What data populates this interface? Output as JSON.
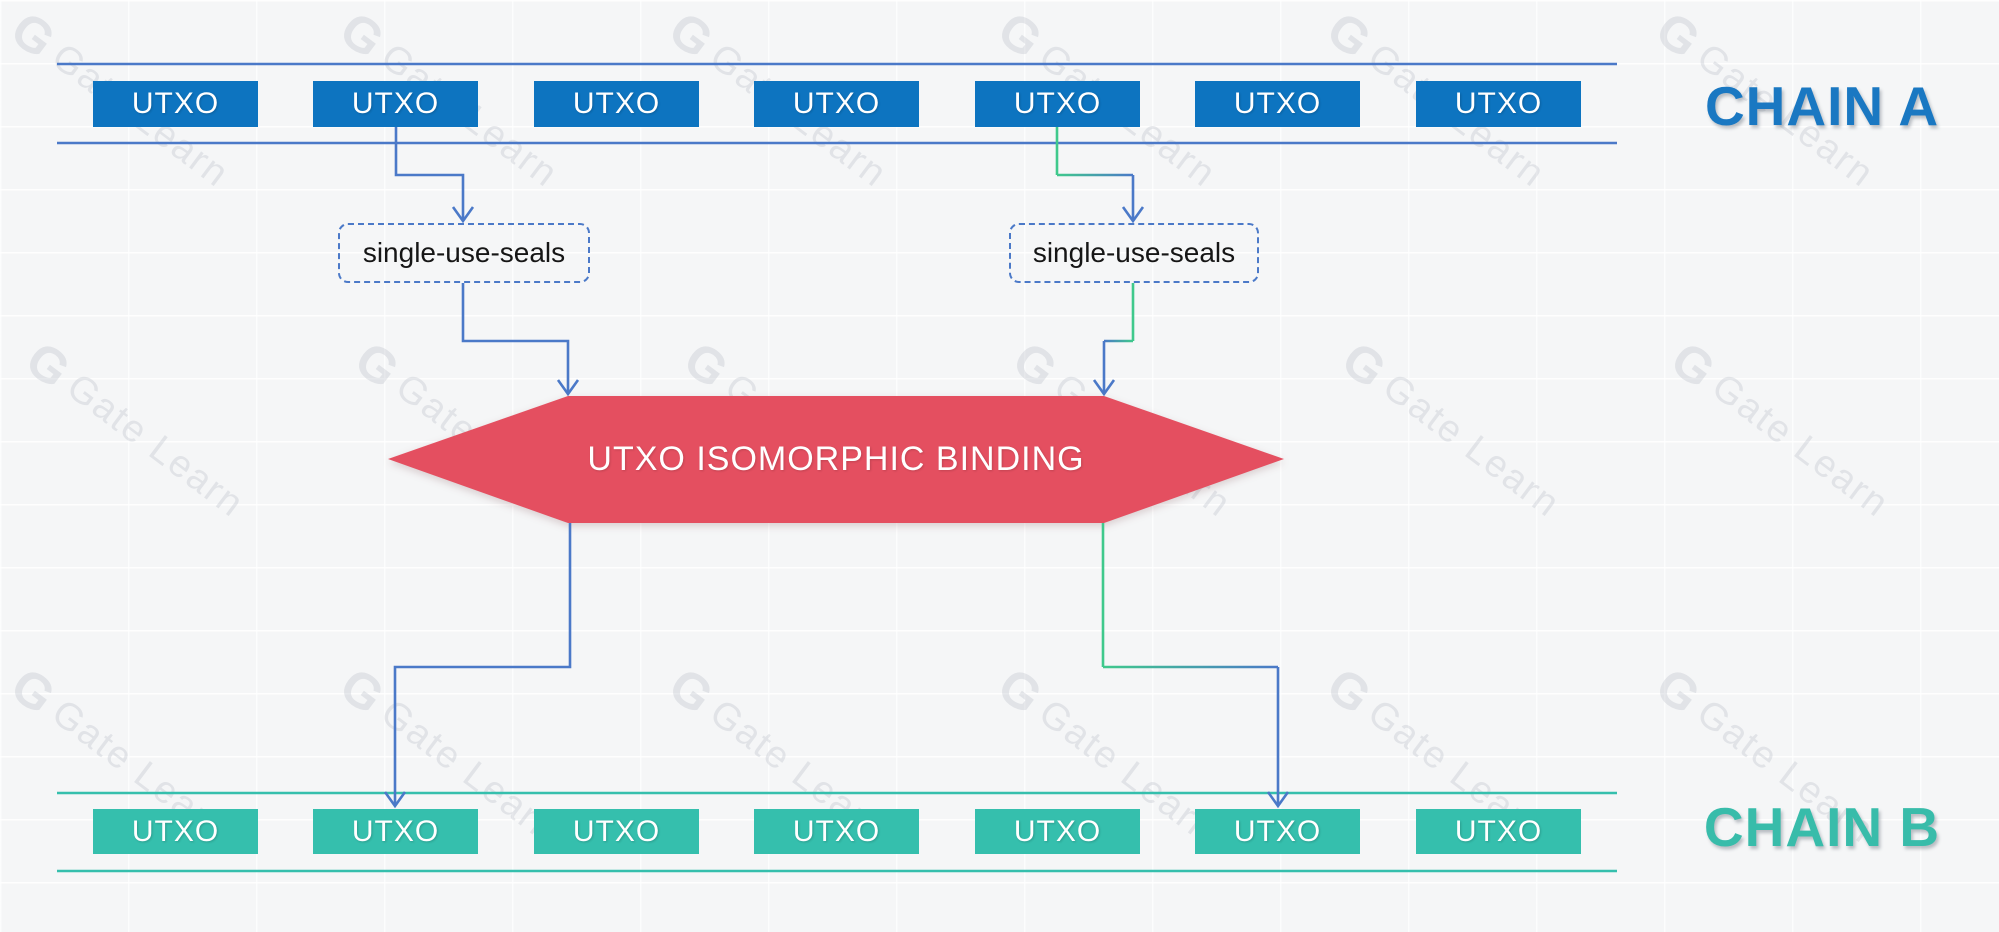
{
  "chain_a": {
    "label": "CHAIN A",
    "utxos": [
      "UTXO",
      "UTXO",
      "UTXO",
      "UTXO",
      "UTXO",
      "UTXO",
      "UTXO"
    ]
  },
  "chain_b": {
    "label": "CHAIN B",
    "utxos": [
      "UTXO",
      "UTXO",
      "UTXO",
      "UTXO",
      "UTXO",
      "UTXO",
      "UTXO"
    ]
  },
  "seals": {
    "left_label": "single-use-seals",
    "right_label": "single-use-seals"
  },
  "binding": {
    "label": "UTXO ISOMORPHIC BINDING"
  },
  "watermark": {
    "logo": "G",
    "text": "Gate Learn"
  },
  "colors": {
    "utxo_box_blue": "#0d74c0",
    "utxo_box_teal": "#35bfad",
    "chain_a_line": "#4b79c8",
    "chain_b_line": "#35bfad",
    "connector_blue": "#4b79c8",
    "connector_green": "#3fc98c",
    "seal_border_blue": "#4b79c8",
    "binding_red": "#e44f60",
    "chain_a_label_color": "#1a78c2",
    "chain_b_label_color": "#38bcaa"
  }
}
